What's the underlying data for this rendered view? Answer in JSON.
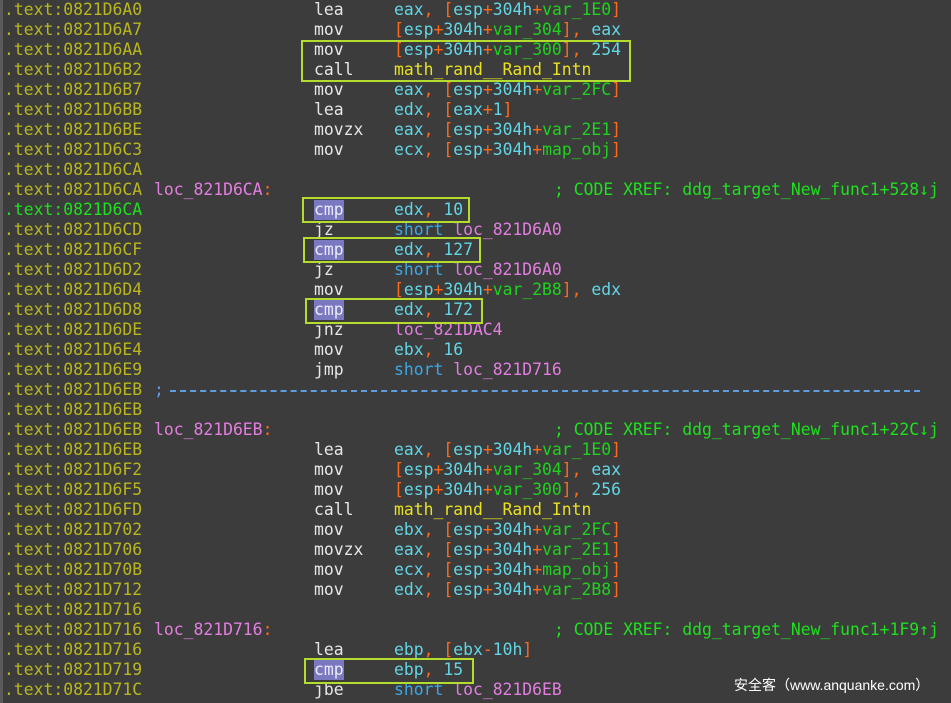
{
  "rows": [
    {
      "addr": ".text:0821D6A0",
      "mnem": "lea",
      "ops": [
        [
          "reg",
          "eax"
        ],
        [
          "comma",
          ", "
        ],
        [
          "br",
          "["
        ],
        [
          "reg",
          "esp"
        ],
        [
          "plus",
          "+"
        ],
        [
          "num",
          "304h"
        ],
        [
          "plus",
          "+"
        ],
        [
          "var",
          "var_1E0"
        ],
        [
          "br",
          "]"
        ]
      ]
    },
    {
      "addr": ".text:0821D6A7",
      "mnem": "mov",
      "ops": [
        [
          "br",
          "["
        ],
        [
          "reg",
          "esp"
        ],
        [
          "plus",
          "+"
        ],
        [
          "num",
          "304h"
        ],
        [
          "plus",
          "+"
        ],
        [
          "var",
          "var_304"
        ],
        [
          "br",
          "]"
        ],
        [
          "comma",
          ", "
        ],
        [
          "reg",
          "eax"
        ]
      ]
    },
    {
      "addr": ".text:0821D6AA",
      "mnem": "mov",
      "ops": [
        [
          "br",
          "["
        ],
        [
          "reg",
          "esp"
        ],
        [
          "plus",
          "+"
        ],
        [
          "num",
          "304h"
        ],
        [
          "plus",
          "+"
        ],
        [
          "var",
          "var_300"
        ],
        [
          "br",
          "]"
        ],
        [
          "comma",
          ", "
        ],
        [
          "num",
          "254"
        ]
      ]
    },
    {
      "addr": ".text:0821D6B2",
      "mnem": "call",
      "ops": [
        [
          "func",
          "math_rand__Rand_Intn"
        ]
      ]
    },
    {
      "addr": ".text:0821D6B7",
      "mnem": "mov",
      "ops": [
        [
          "reg",
          "eax"
        ],
        [
          "comma",
          ", "
        ],
        [
          "br",
          "["
        ],
        [
          "reg",
          "esp"
        ],
        [
          "plus",
          "+"
        ],
        [
          "num",
          "304h"
        ],
        [
          "plus",
          "+"
        ],
        [
          "var",
          "var_2FC"
        ],
        [
          "br",
          "]"
        ]
      ]
    },
    {
      "addr": ".text:0821D6BB",
      "mnem": "lea",
      "ops": [
        [
          "reg",
          "edx"
        ],
        [
          "comma",
          ", "
        ],
        [
          "br",
          "["
        ],
        [
          "reg",
          "eax"
        ],
        [
          "plus",
          "+"
        ],
        [
          "num",
          "1"
        ],
        [
          "br",
          "]"
        ]
      ]
    },
    {
      "addr": ".text:0821D6BE",
      "mnem": "movzx",
      "ops": [
        [
          "reg",
          "eax"
        ],
        [
          "comma",
          ", "
        ],
        [
          "br",
          "["
        ],
        [
          "reg",
          "esp"
        ],
        [
          "plus",
          "+"
        ],
        [
          "num",
          "304h"
        ],
        [
          "plus",
          "+"
        ],
        [
          "var",
          "var_2E1"
        ],
        [
          "br",
          "]"
        ]
      ]
    },
    {
      "addr": ".text:0821D6C3",
      "mnem": "mov",
      "ops": [
        [
          "reg",
          "ecx"
        ],
        [
          "comma",
          ", "
        ],
        [
          "br",
          "["
        ],
        [
          "reg",
          "esp"
        ],
        [
          "plus",
          "+"
        ],
        [
          "num",
          "304h"
        ],
        [
          "plus",
          "+"
        ],
        [
          "var",
          "map_obj"
        ],
        [
          "br",
          "]"
        ]
      ]
    },
    {
      "addr": ".text:0821D6CA"
    },
    {
      "addr": ".text:0821D6CA",
      "label": "loc_821D6CA",
      "xref": "; CODE XREF: ddg_target_New_func1+528↓j"
    },
    {
      "addr": ".text:0821D6CA",
      "current": true,
      "mnem": "cmp",
      "hl": true,
      "ops": [
        [
          "reg",
          "edx"
        ],
        [
          "comma",
          ", "
        ],
        [
          "num",
          "10"
        ]
      ]
    },
    {
      "addr": ".text:0821D6CD",
      "mnem": "jz",
      "ops": [
        [
          "short",
          "short "
        ],
        [
          "loc",
          "loc_821D6A0"
        ]
      ]
    },
    {
      "addr": ".text:0821D6CF",
      "mnem": "cmp",
      "hl": true,
      "ops": [
        [
          "reg",
          "edx"
        ],
        [
          "comma",
          ", "
        ],
        [
          "num",
          "127"
        ]
      ]
    },
    {
      "addr": ".text:0821D6D2",
      "mnem": "jz",
      "ops": [
        [
          "short",
          "short "
        ],
        [
          "loc",
          "loc_821D6A0"
        ]
      ]
    },
    {
      "addr": ".text:0821D6D4",
      "mnem": "mov",
      "ops": [
        [
          "br",
          "["
        ],
        [
          "reg",
          "esp"
        ],
        [
          "plus",
          "+"
        ],
        [
          "num",
          "304h"
        ],
        [
          "plus",
          "+"
        ],
        [
          "var",
          "var_2B8"
        ],
        [
          "br",
          "]"
        ],
        [
          "comma",
          ", "
        ],
        [
          "reg",
          "edx"
        ]
      ]
    },
    {
      "addr": ".text:0821D6D8",
      "mnem": "cmp",
      "hl": true,
      "ops": [
        [
          "reg",
          "edx"
        ],
        [
          "comma",
          ", "
        ],
        [
          "num",
          "172"
        ]
      ]
    },
    {
      "addr": ".text:0821D6DE",
      "mnem": "jnz",
      "ops": [
        [
          "loc",
          "loc_821DAC4"
        ]
      ]
    },
    {
      "addr": ".text:0821D6E4",
      "mnem": "mov",
      "ops": [
        [
          "reg",
          "ebx"
        ],
        [
          "comma",
          ", "
        ],
        [
          "num",
          "16"
        ]
      ]
    },
    {
      "addr": ".text:0821D6E9",
      "mnem": "jmp",
      "ops": [
        [
          "short",
          "short "
        ],
        [
          "loc",
          "loc_821D716"
        ]
      ]
    },
    {
      "addr": ".text:0821D6EB",
      "separator": ";"
    },
    {
      "addr": ".text:0821D6EB"
    },
    {
      "addr": ".text:0821D6EB",
      "label": "loc_821D6EB",
      "xref": "; CODE XREF: ddg_target_New_func1+22C↓j"
    },
    {
      "addr": ".text:0821D6EB",
      "mnem": "lea",
      "ops": [
        [
          "reg",
          "eax"
        ],
        [
          "comma",
          ", "
        ],
        [
          "br",
          "["
        ],
        [
          "reg",
          "esp"
        ],
        [
          "plus",
          "+"
        ],
        [
          "num",
          "304h"
        ],
        [
          "plus",
          "+"
        ],
        [
          "var",
          "var_1E0"
        ],
        [
          "br",
          "]"
        ]
      ]
    },
    {
      "addr": ".text:0821D6F2",
      "mnem": "mov",
      "ops": [
        [
          "br",
          "["
        ],
        [
          "reg",
          "esp"
        ],
        [
          "plus",
          "+"
        ],
        [
          "num",
          "304h"
        ],
        [
          "plus",
          "+"
        ],
        [
          "var",
          "var_304"
        ],
        [
          "br",
          "]"
        ],
        [
          "comma",
          ", "
        ],
        [
          "reg",
          "eax"
        ]
      ]
    },
    {
      "addr": ".text:0821D6F5",
      "mnem": "mov",
      "ops": [
        [
          "br",
          "["
        ],
        [
          "reg",
          "esp"
        ],
        [
          "plus",
          "+"
        ],
        [
          "num",
          "304h"
        ],
        [
          "plus",
          "+"
        ],
        [
          "var",
          "var_300"
        ],
        [
          "br",
          "]"
        ],
        [
          "comma",
          ", "
        ],
        [
          "num",
          "256"
        ]
      ]
    },
    {
      "addr": ".text:0821D6FD",
      "mnem": "call",
      "ops": [
        [
          "func",
          "math_rand__Rand_Intn"
        ]
      ]
    },
    {
      "addr": ".text:0821D702",
      "mnem": "mov",
      "ops": [
        [
          "reg",
          "ebx"
        ],
        [
          "comma",
          ", "
        ],
        [
          "br",
          "["
        ],
        [
          "reg",
          "esp"
        ],
        [
          "plus",
          "+"
        ],
        [
          "num",
          "304h"
        ],
        [
          "plus",
          "+"
        ],
        [
          "var",
          "var_2FC"
        ],
        [
          "br",
          "]"
        ]
      ]
    },
    {
      "addr": ".text:0821D706",
      "mnem": "movzx",
      "ops": [
        [
          "reg",
          "eax"
        ],
        [
          "comma",
          ", "
        ],
        [
          "br",
          "["
        ],
        [
          "reg",
          "esp"
        ],
        [
          "plus",
          "+"
        ],
        [
          "num",
          "304h"
        ],
        [
          "plus",
          "+"
        ],
        [
          "var",
          "var_2E1"
        ],
        [
          "br",
          "]"
        ]
      ]
    },
    {
      "addr": ".text:0821D70B",
      "mnem": "mov",
      "ops": [
        [
          "reg",
          "ecx"
        ],
        [
          "comma",
          ", "
        ],
        [
          "br",
          "["
        ],
        [
          "reg",
          "esp"
        ],
        [
          "plus",
          "+"
        ],
        [
          "num",
          "304h"
        ],
        [
          "plus",
          "+"
        ],
        [
          "var",
          "map_obj"
        ],
        [
          "br",
          "]"
        ]
      ]
    },
    {
      "addr": ".text:0821D712",
      "mnem": "mov",
      "ops": [
        [
          "reg",
          "edx"
        ],
        [
          "comma",
          ", "
        ],
        [
          "br",
          "["
        ],
        [
          "reg",
          "esp"
        ],
        [
          "plus",
          "+"
        ],
        [
          "num",
          "304h"
        ],
        [
          "plus",
          "+"
        ],
        [
          "var",
          "var_2B8"
        ],
        [
          "br",
          "]"
        ]
      ]
    },
    {
      "addr": ".text:0821D716"
    },
    {
      "addr": ".text:0821D716",
      "label": "loc_821D716",
      "xref": "; CODE XREF: ddg_target_New_func1+1F9↑j"
    },
    {
      "addr": ".text:0821D716",
      "mnem": "lea",
      "ops": [
        [
          "reg",
          "ebp"
        ],
        [
          "comma",
          ", "
        ],
        [
          "br",
          "["
        ],
        [
          "reg",
          "ebx"
        ],
        [
          "plus",
          "-"
        ],
        [
          "num",
          "10h"
        ],
        [
          "br",
          "]"
        ]
      ]
    },
    {
      "addr": ".text:0821D719",
      "mnem": "cmp",
      "hl": true,
      "ops": [
        [
          "reg",
          "ebp"
        ],
        [
          "comma",
          ", "
        ],
        [
          "num",
          "15"
        ]
      ]
    },
    {
      "addr": ".text:0821D71C",
      "mnem": "jbe",
      "ops": [
        [
          "short",
          "short "
        ],
        [
          "loc",
          "loc_821D6EB"
        ]
      ]
    }
  ],
  "label_colon": ":",
  "watermark": "安全客（www.anquanke.com）",
  "colors": {
    "background": "#3c3c3c",
    "address": "#b9b61d",
    "current_address": "#1ee01e",
    "highlight_box": "#b4dc2c",
    "cmp_highlight": "#7a78c0"
  }
}
